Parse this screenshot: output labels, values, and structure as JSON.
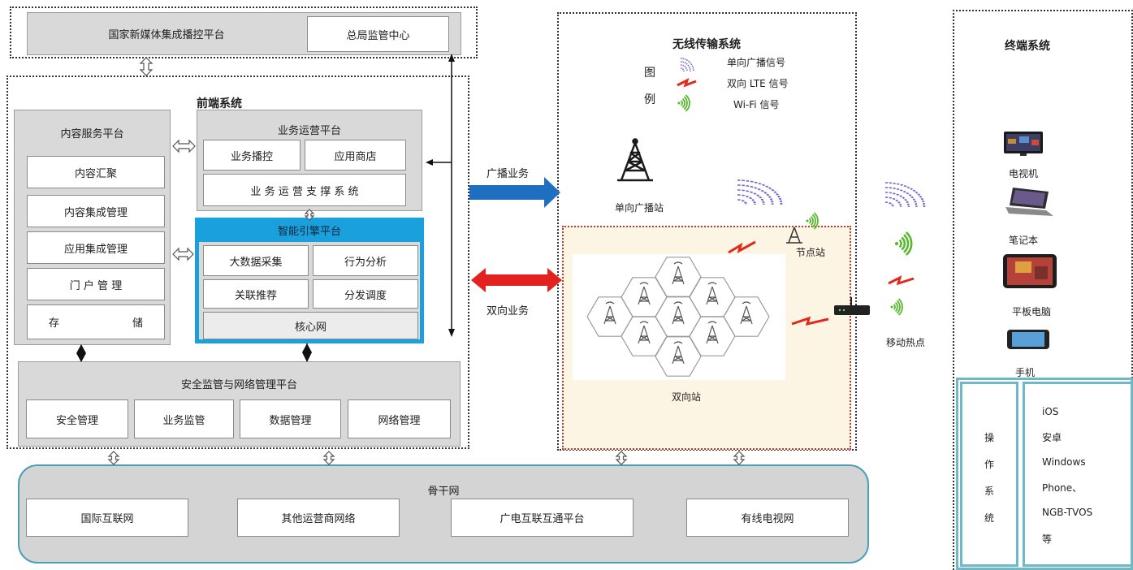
{
  "top": {
    "platform_title": "国家新媒体集成播控平台",
    "supervision_center": "总局监管中心"
  },
  "front_end": {
    "title": "前端系统",
    "content_platform": {
      "title": "内容服务平台",
      "items": [
        "内容汇聚",
        "内容集成管理",
        "应用集成管理",
        "门 户 管 理"
      ],
      "storage": [
        "存",
        "储"
      ]
    },
    "business_platform": {
      "title": "业务运营平台",
      "items": [
        "业务播控",
        "应用商店",
        "业 务 运 营 支 撑 系 统"
      ]
    },
    "engine_platform": {
      "title": "智能引擎平台",
      "items": [
        "大数据采集",
        "行为分析",
        "关联推荐",
        "分发调度",
        "核心网"
      ]
    },
    "security_platform": {
      "title": "安全监管与网络管理平台",
      "items": [
        "安全管理",
        "业务监管",
        "数据管理",
        "网络管理"
      ]
    }
  },
  "links": {
    "broadcast": "广播业务",
    "interactive": "双向业务"
  },
  "wireless": {
    "title": "无线传输系统",
    "legend_marker": [
      "图",
      "例"
    ],
    "legend": [
      "单向广播信号",
      "双向 LTE 信号",
      "Wi-Fi 信号"
    ],
    "broadcast_station": "单向广播站",
    "node_station": "节点站",
    "two_way_station": "双向站",
    "hotspot": "移动热点"
  },
  "terminal": {
    "title": "终端系统",
    "devices": [
      "电视机",
      "笔记本",
      "平板电脑",
      "手机"
    ],
    "os_label": [
      "操",
      "作",
      "系",
      "统"
    ],
    "os_list": [
      "iOS",
      "安卓",
      "Windows",
      "Phone、",
      "NGB-TVOS",
      "等"
    ]
  },
  "backbone": {
    "title": "骨干网",
    "items": [
      "国际互联网",
      "其他运营商网络",
      "广电互联互通平台",
      "有线电视网"
    ]
  },
  "icons": {
    "broadcast_signal": "broadcast-signal-icon",
    "lte_signal": "lte-signal-icon",
    "wifi_signal": "wifi-signal-icon",
    "tower": "tower-icon",
    "router": "router-icon",
    "tv": "tv-icon",
    "laptop": "laptop-icon",
    "tablet": "tablet-icon",
    "phone": "phone-icon"
  },
  "colors": {
    "broadcast_arrow": "#1f6fc0",
    "interactive_arrow": "#e3211f",
    "engine_platform": "#1aa0dd",
    "two_way_zone": "#fdf5e3",
    "backbone_border": "#4aa1b6",
    "broadcast_signal": "#7467d4",
    "lte_signal": "#e02a1e",
    "wifi_signal": "#58b82c"
  }
}
